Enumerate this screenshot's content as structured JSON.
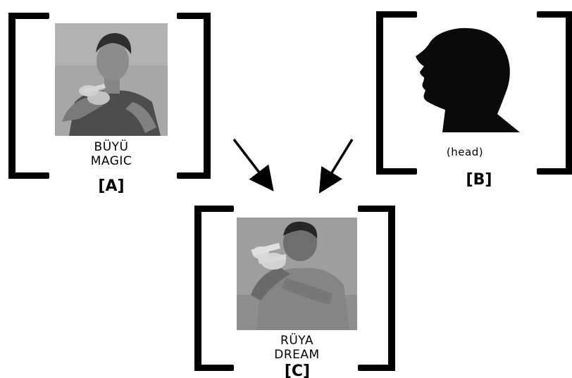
{
  "panel_a": {
    "line1": "BÜYÜ",
    "line2": "MAGIC",
    "label": "[A]"
  },
  "panel_b": {
    "caption": "(head)",
    "label": "[B]"
  },
  "panel_c": {
    "line1": "RÜYA",
    "line2": "DREAM",
    "label": "[C]"
  },
  "arrows": [
    "A → C",
    "B → C"
  ],
  "icons": {
    "head": "head-silhouette-icon"
  },
  "colors": {
    "ink": "#000000",
    "background": "#ffffff"
  }
}
